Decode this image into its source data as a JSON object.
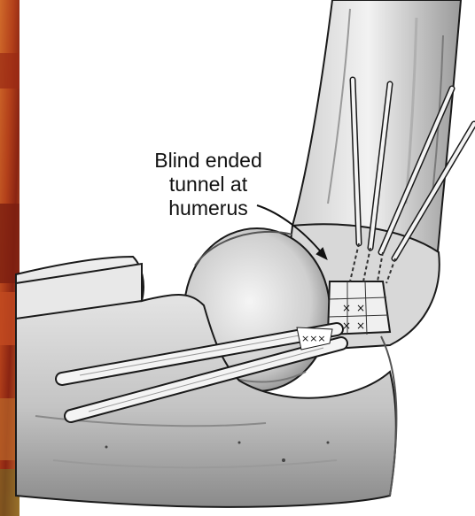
{
  "figure": {
    "callout": {
      "line1": "Blind ended",
      "line2": "tunnel at",
      "line3": "humerus"
    }
  },
  "colors": {
    "photo_strip": "#c0501e",
    "photo_dark": "#7a1e10",
    "bone_light": "#e6e6e6",
    "bone_shade": "#8c8c8c",
    "outline": "#1a1a1a",
    "graft_fill": "#f4f4f4"
  },
  "icons": {
    "humerus": "humerus-bone",
    "ulna": "ulna-bone",
    "radius": "radial-head-bone",
    "graft": "tendon-graft",
    "tunnel": "bone-tunnel",
    "pointer": "callout-arrow"
  }
}
